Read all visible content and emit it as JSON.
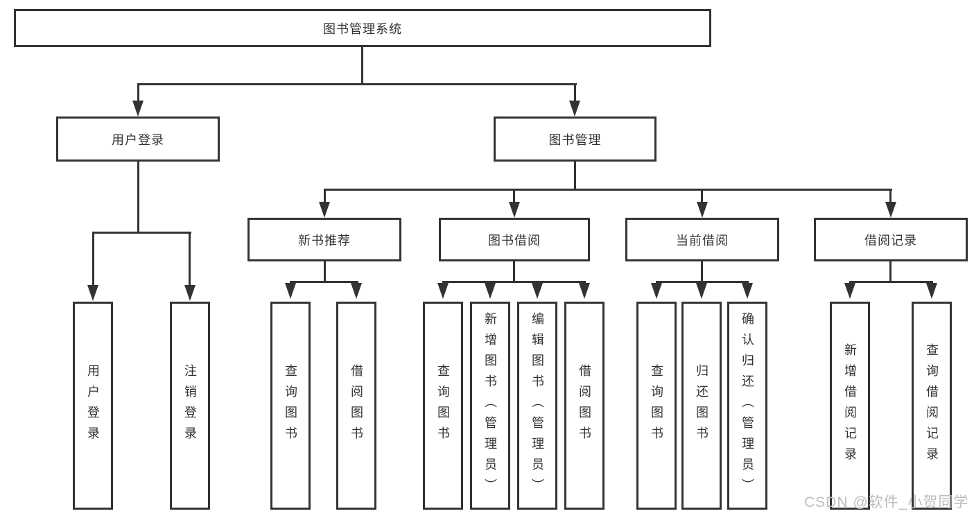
{
  "diagram": {
    "root": "图书管理系统",
    "level2": [
      "用户登录",
      "图书管理"
    ],
    "level3": [
      "新书推荐",
      "图书借阅",
      "当前借阅",
      "借阅记录"
    ],
    "leaves": {
      "login": [
        "用户登录",
        "注销登录"
      ],
      "recommend": [
        "查询图书",
        "借阅图书"
      ],
      "borrow": [
        "查询图书",
        "新增图书（管理员）",
        "编辑图书（管理员）",
        "借阅图书"
      ],
      "current": [
        "查询图书",
        "归还图书",
        "确认归还（管理员）"
      ],
      "records": [
        "新增借阅记录",
        "查询借阅记录"
      ]
    }
  },
  "watermark": "CSDN @软件_小贺同学",
  "colors": {
    "line": "#333333",
    "background": "#ffffff",
    "watermark": "#bdbdbd"
  }
}
